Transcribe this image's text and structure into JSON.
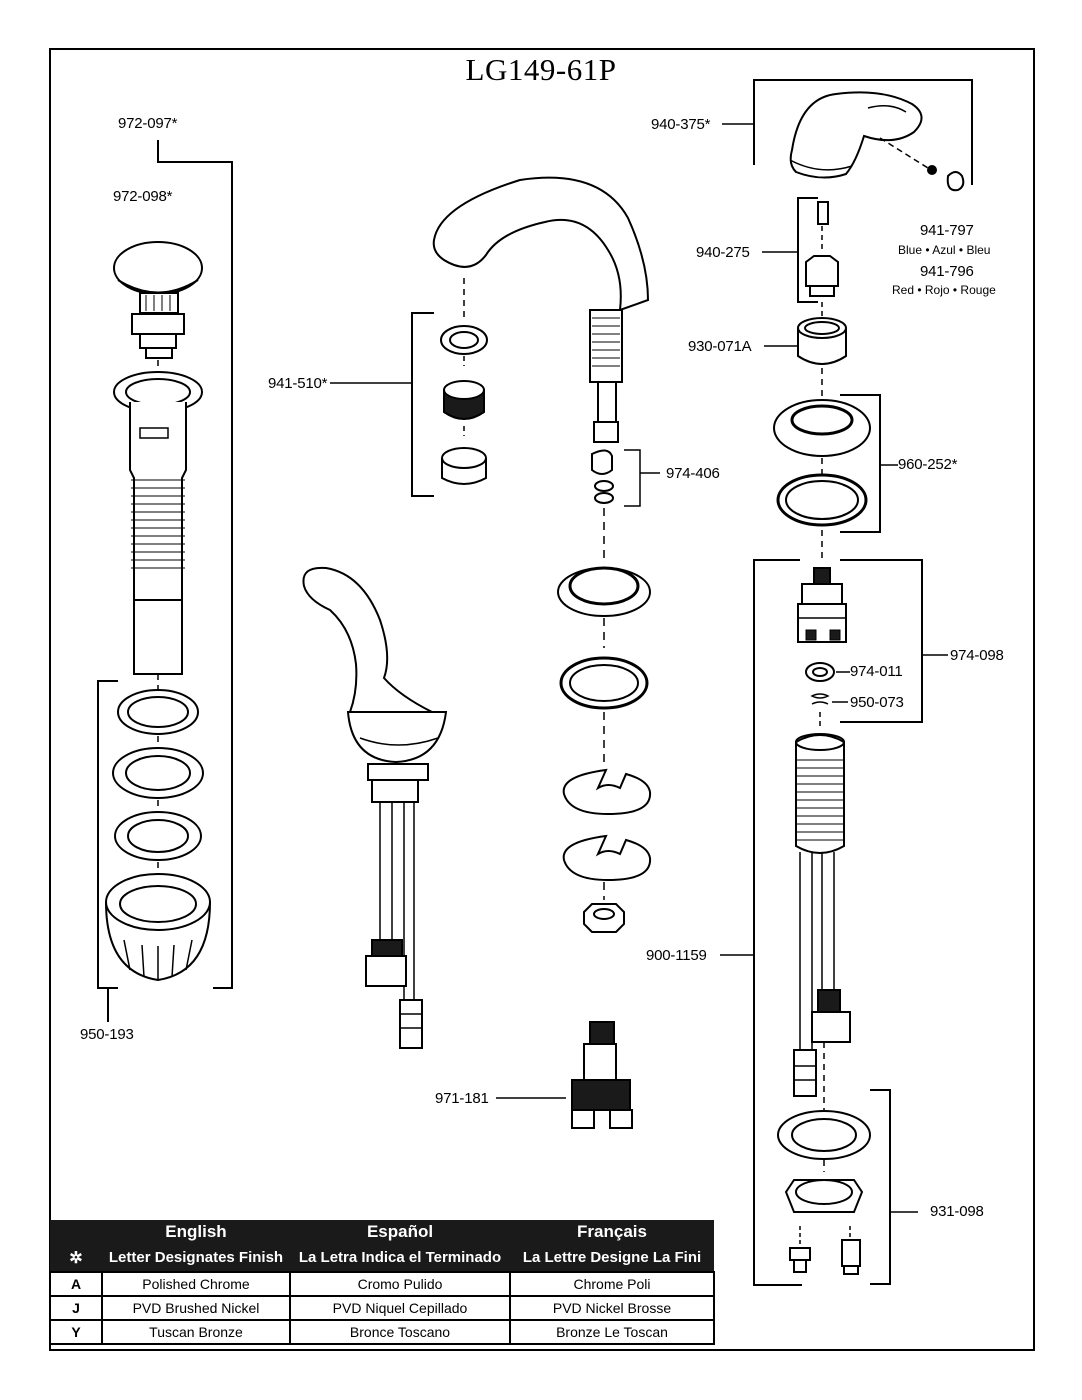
{
  "title": "LG149-61P",
  "labels": {
    "l972_097": "972-097*",
    "l972_098": "972-098*",
    "l950_193": "950-193",
    "l941_510": "941-510*",
    "l974_406": "974-406",
    "l971_181": "971-181",
    "l940_375": "940-375*",
    "l940_275": "940-275",
    "l941_797": "941-797",
    "l941_797_colors": "Blue • Azul • Bleu",
    "l941_796": "941-796",
    "l941_796_colors": "Red • Rojo • Rouge",
    "l930_071a": "930-071A",
    "l960_252": "960-252*",
    "l974_098": "974-098",
    "l974_011": "974-011",
    "l950_073": "950-073",
    "l900_1159": "900-1159",
    "l931_098": "931-098"
  },
  "finish_table": {
    "headers": [
      "English",
      "Español",
      "Français"
    ],
    "symbol": "✲",
    "subheaders": [
      "Letter Designates Finish",
      "La Letra Indica el Terminado",
      "La Lettre Designe La Fini"
    ],
    "rows": [
      {
        "code": "A",
        "en": "Polished Chrome",
        "es": "Cromo Pulido",
        "fr": "Chrome Poli"
      },
      {
        "code": "J",
        "en": "PVD Brushed Nickel",
        "es": "PVD Niquel Cepillado",
        "fr": "PVD Nickel Brosse"
      },
      {
        "code": "Y",
        "en": "Tuscan Bronze",
        "es": "Bronce Toscano",
        "fr": "Bronze Le Toscan"
      }
    ]
  }
}
